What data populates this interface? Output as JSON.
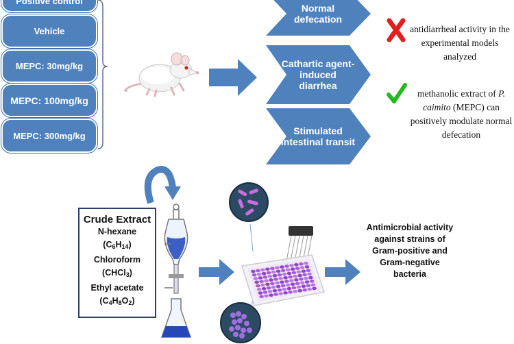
{
  "groups": [
    "Positive control",
    "Vehicle",
    "MEPC: 30mg/kg",
    "MEPC: 100mg/kg",
    "MEPC: 300mg/kg"
  ],
  "models": [
    "Normal defecation",
    "Cathartic agent-induced diarrhea",
    "Stimulated intestinal transit"
  ],
  "results": {
    "negative": "antidiarrheal activity in the experimental models analyzed",
    "positive_pre": "methanolic extract of",
    "positive_species": "P. caimito",
    "positive_post": "(MEPC) can positively modulate normal defecation"
  },
  "crude": {
    "title": "Crude Extract",
    "s1_name": "N-hexane",
    "s1_f": [
      "C",
      "6",
      "H",
      "14"
    ],
    "s2_name": "Chloroform",
    "s2_f": [
      "CHCl",
      "3"
    ],
    "s3_name": "Ethyl acetate",
    "s3_f": [
      "C",
      "4",
      "H",
      "8",
      "O",
      "2"
    ]
  },
  "antimicrobial": "Antimicrobial activity against strains of Gram-positive and Gram-negative bacteria",
  "colors": {
    "arrow": "#4f81bd",
    "box": "#4f81bd",
    "cross": "#e02020",
    "check": "#22bb22",
    "purple": "#9b59d0"
  },
  "icons": [
    "mouse-icon",
    "cross-icon",
    "check-icon",
    "separatory-funnel-icon",
    "microplate-icon",
    "bacteria-rod-icon",
    "bacteria-cocci-icon",
    "curved-arrow-icon"
  ]
}
